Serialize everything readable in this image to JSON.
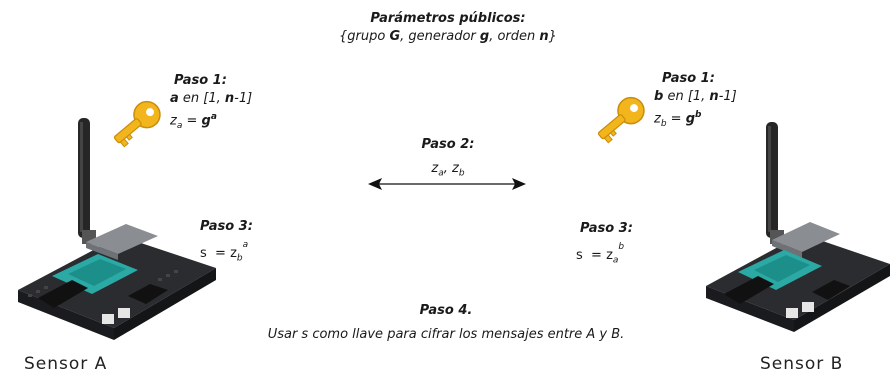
{
  "public_params": {
    "title": "Parámetros públicos:",
    "open": "{grupo ",
    "G": "G",
    "sep1": ", generador ",
    "g": "g",
    "sep2": ", orden ",
    "n": "n",
    "close": "}"
  },
  "sensor_a": {
    "step1": {
      "title": "Paso 1:",
      "var": "a",
      "range_pre": " en [1, ",
      "range_n": "n",
      "range_post": "-1]",
      "z": "z",
      "z_sub": "a",
      "eq": " = ",
      "g": "g",
      "g_sup": "a"
    },
    "step3": {
      "title": "Paso 3:",
      "s": "s",
      "eq": "  = z",
      "z_sub": "b",
      "sup": "a"
    },
    "label": "Sensor  A"
  },
  "sensor_b": {
    "step1": {
      "title": "Paso 1:",
      "var": "b",
      "range_pre": " en [1, ",
      "range_n": "n",
      "range_post": "-1]",
      "z": "z",
      "z_sub": "b",
      "eq": " = ",
      "g": "g",
      "g_sup": "b"
    },
    "step3": {
      "title": "Paso 3:",
      "s": "s",
      "eq": "  = z",
      "z_sub": "a",
      "sup": "b"
    },
    "label": "Sensor  B"
  },
  "step2": {
    "title": "Paso 2:",
    "z1": "z",
    "z1_sub": "a",
    "comma": ", ",
    "z2": "z",
    "z2_sub": "b"
  },
  "step4": {
    "title": "Paso 4.",
    "text": "Usar s como llave para cifrar los mensajes entre A y B."
  },
  "colors": {
    "key": "#f2b51c",
    "key_dark": "#c98d0a",
    "board": "#2a2c30",
    "board_module": "#2aa9a5",
    "antenna": "#262626"
  },
  "icons": [
    "key-icon",
    "sensor-board-icon",
    "double-arrow-icon"
  ]
}
